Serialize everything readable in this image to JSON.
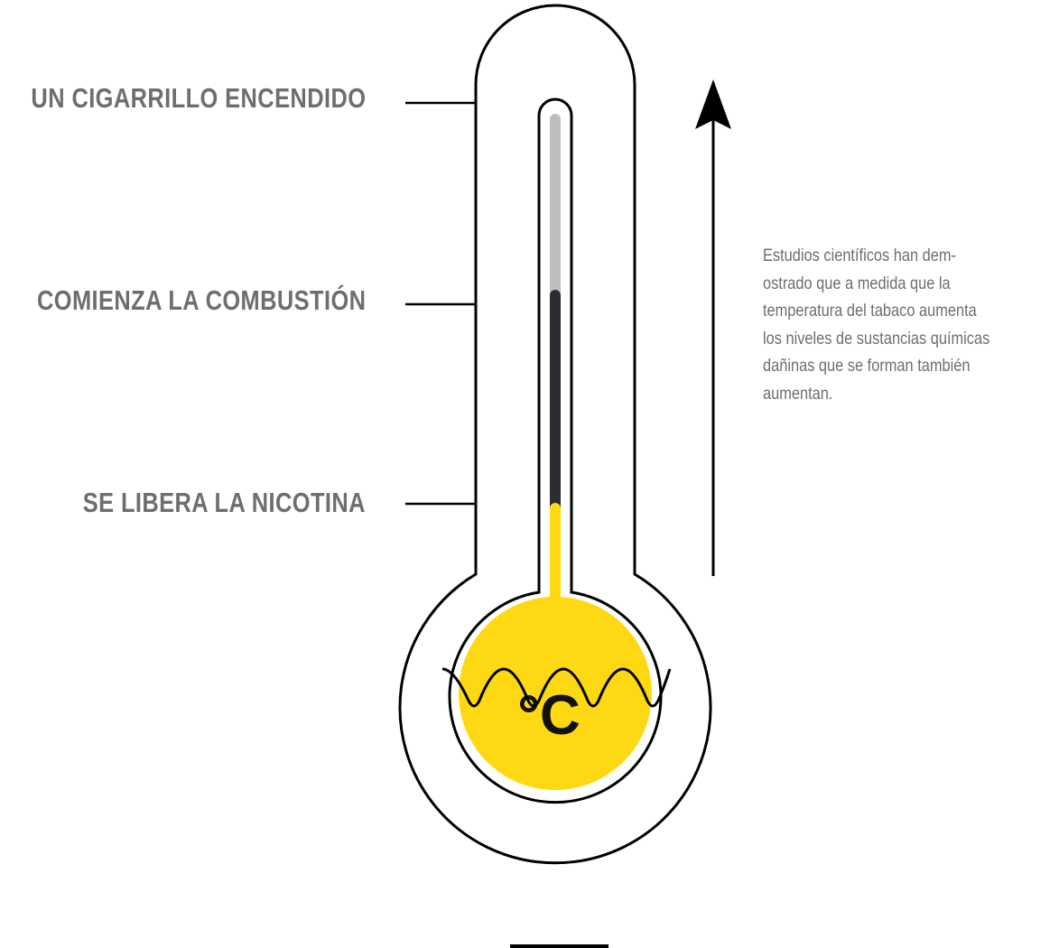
{
  "stages": [
    {
      "id": "top",
      "label": "UN CIGARRILLO ENCENDIDO"
    },
    {
      "id": "mid",
      "label": "COMIENZA LA COMBUSTIÓN"
    },
    {
      "id": "low",
      "label": "SE LIBERA LA NICOTINA"
    }
  ],
  "note_lines": [
    "Estudios científicos han dem-",
    "ostrado que a medida que la",
    "temperatura del tabaco aumenta",
    "los niveles de sustancias químicas",
    "dañinas que se forman también",
    "aumentan."
  ],
  "bulb_unit": "°C",
  "colors": {
    "label_text": "#6d6e71",
    "outline": "#000000",
    "fill_yellow": "#fdd813",
    "fill_dark": "#2b2d30",
    "fill_grey": "#bcbec0"
  },
  "icons": {
    "arrow": "up-arrow-icon",
    "heat": "heat-wave-icon"
  }
}
